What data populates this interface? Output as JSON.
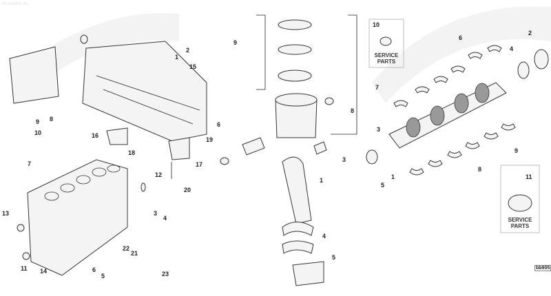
{
  "copyright": "©Cummins Inc",
  "drawing_id": "bb905",
  "watermark": "Cummins",
  "service_parts_label": [
    "SERVICE",
    "PARTS"
  ],
  "left_group": {
    "callouts": [
      "1",
      "2",
      "15",
      "8",
      "9",
      "10",
      "16",
      "18",
      "17",
      "19",
      "7",
      "12",
      "20",
      "13",
      "3",
      "4",
      "22",
      "21",
      "11",
      "14",
      "6",
      "5",
      "23"
    ]
  },
  "center_group": {
    "callouts": [
      "9",
      "8",
      "6",
      "3",
      "1",
      "4",
      "5"
    ]
  },
  "right_group": {
    "callouts": [
      "10",
      "2",
      "6",
      "4",
      "7",
      "3",
      "9",
      "8",
      "1",
      "5",
      "11"
    ]
  }
}
